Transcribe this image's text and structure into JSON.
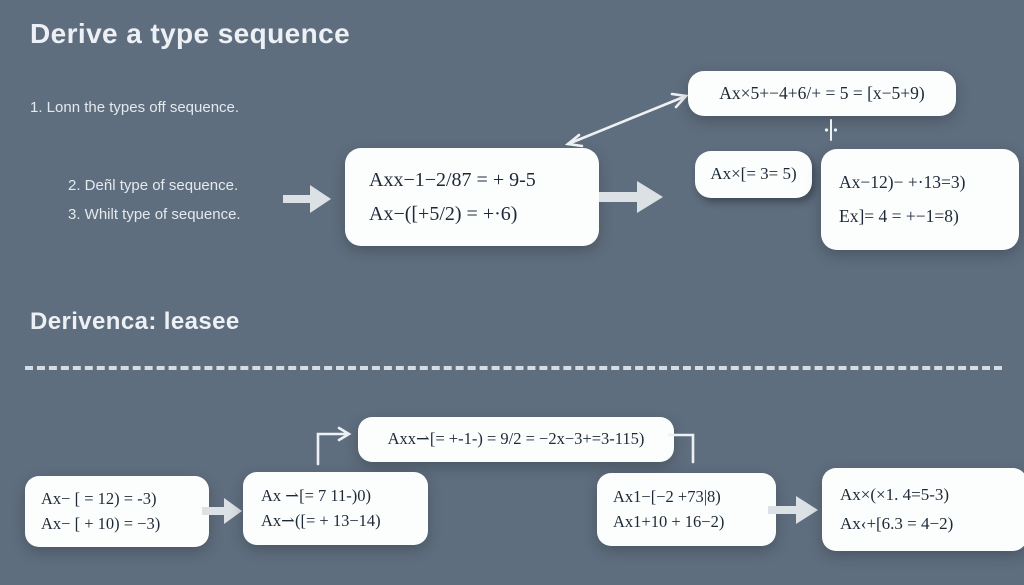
{
  "colors": {
    "background": "#5f6e7e",
    "box_fill": "#fcfdfd",
    "formula_text": "#1d2936",
    "heading_text": "#edf0f4",
    "block_arrow": "#dce1e6",
    "thin_arrow": "#eef1f4"
  },
  "section_top": {
    "title": "Derive a type sequence",
    "steps": [
      "1. Lonn the types off sequence.",
      "2. Deñl type of sequence.",
      "3. Whilt type of sequence."
    ],
    "center_box": {
      "lines": [
        "Axx−1−2/87 = + 9-5",
        "Ax−([+5/2) = +·6)"
      ]
    },
    "result_box": {
      "line": "Ax×5+−4+6/+ = 5 = [x−5+9)"
    },
    "small_box": {
      "line": "Ax×[= 3= 5)"
    },
    "detail_box": {
      "lines": [
        "Ax−12)− +·13=3)",
        "Ex]= 4 = +−1=8)"
      ]
    }
  },
  "section_bottom": {
    "title": "Derivenca: leasee",
    "formula_bar": {
      "line": "Axx⇀[= +-1-) = 9/2 = −2x−3+=3-115)"
    },
    "box1": {
      "lines": [
        "Ax− [ = 12) = -3)",
        "Ax− [ + 10) = −3)"
      ]
    },
    "box2": {
      "lines": [
        "Ax ⇀[= 7 11-)0)",
        "Ax⇀([= + 13−14)"
      ]
    },
    "box3": {
      "lines": [
        "Ax1−[−2 +73|8)",
        "Ax1+10 + 16−2)"
      ]
    },
    "box4": {
      "lines": [
        "Ax×(×1. 4=5-3)",
        "Ax‹+[6.3 = 4−2)"
      ]
    }
  }
}
